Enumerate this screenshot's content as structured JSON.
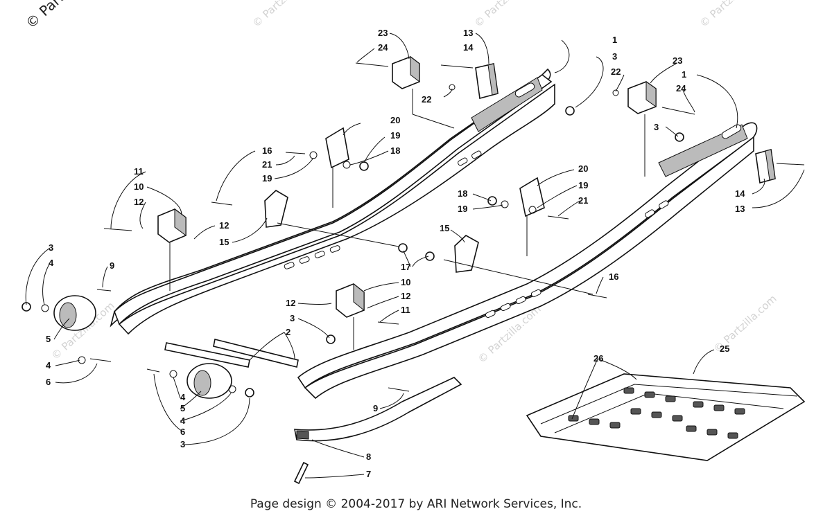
{
  "watermark": {
    "main": "© Partzilla.com",
    "faint": "© Partzilla.com"
  },
  "footer": {
    "text": "Page design © 2004-2017 by ARI Network Services, Inc."
  },
  "callouts": [
    {
      "id": "c-23a",
      "text": "23"
    },
    {
      "id": "c-24a",
      "text": "24"
    },
    {
      "id": "c-13a",
      "text": "13"
    },
    {
      "id": "c-14a",
      "text": "14"
    },
    {
      "id": "c-1a",
      "text": "1"
    },
    {
      "id": "c-3a",
      "text": "3"
    },
    {
      "id": "c-22a",
      "text": "22"
    },
    {
      "id": "c-22b",
      "text": "22"
    },
    {
      "id": "c-23b",
      "text": "23"
    },
    {
      "id": "c-1b",
      "text": "1"
    },
    {
      "id": "c-24b",
      "text": "24"
    },
    {
      "id": "c-20a",
      "text": "20"
    },
    {
      "id": "c-19a",
      "text": "19"
    },
    {
      "id": "c-18a",
      "text": "18"
    },
    {
      "id": "c-16a",
      "text": "16"
    },
    {
      "id": "c-21a",
      "text": "21"
    },
    {
      "id": "c-19b",
      "text": "19"
    },
    {
      "id": "c-3b",
      "text": "3"
    },
    {
      "id": "c-11a",
      "text": "11"
    },
    {
      "id": "c-10a",
      "text": "10"
    },
    {
      "id": "c-12a",
      "text": "12"
    },
    {
      "id": "c-12b",
      "text": "12"
    },
    {
      "id": "c-15a",
      "text": "15"
    },
    {
      "id": "c-20b",
      "text": "20"
    },
    {
      "id": "c-18b",
      "text": "18"
    },
    {
      "id": "c-19c",
      "text": "19"
    },
    {
      "id": "c-19d",
      "text": "19"
    },
    {
      "id": "c-21b",
      "text": "21"
    },
    {
      "id": "c-14b",
      "text": "14"
    },
    {
      "id": "c-13b",
      "text": "13"
    },
    {
      "id": "c-3c",
      "text": "3"
    },
    {
      "id": "c-4a",
      "text": "4"
    },
    {
      "id": "c-9a",
      "text": "9"
    },
    {
      "id": "c-15b",
      "text": "15"
    },
    {
      "id": "c-17",
      "text": "17"
    },
    {
      "id": "c-16b",
      "text": "16"
    },
    {
      "id": "c-10b",
      "text": "10"
    },
    {
      "id": "c-12c",
      "text": "12"
    },
    {
      "id": "c-12d",
      "text": "12"
    },
    {
      "id": "c-11b",
      "text": "11"
    },
    {
      "id": "c-5a",
      "text": "5"
    },
    {
      "id": "c-3d",
      "text": "3"
    },
    {
      "id": "c-2",
      "text": "2"
    },
    {
      "id": "c-4b",
      "text": "4"
    },
    {
      "id": "c-6a",
      "text": "6"
    },
    {
      "id": "c-26",
      "text": "26"
    },
    {
      "id": "c-25",
      "text": "25"
    },
    {
      "id": "c-4c",
      "text": "4"
    },
    {
      "id": "c-5b",
      "text": "5"
    },
    {
      "id": "c-4d",
      "text": "4"
    },
    {
      "id": "c-6b",
      "text": "6"
    },
    {
      "id": "c-3e",
      "text": "3"
    },
    {
      "id": "c-9b",
      "text": "9"
    },
    {
      "id": "c-8",
      "text": "8"
    },
    {
      "id": "c-7",
      "text": "7"
    }
  ]
}
